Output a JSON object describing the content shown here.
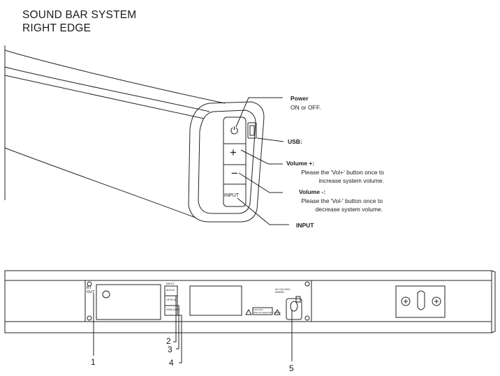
{
  "titles": [
    "SOUND BAR SYSTEM",
    "RIGHT EDGE"
  ],
  "buttons": {
    "power_symbol": "⏻",
    "plus": "+",
    "minus": "−",
    "input": "INPUT"
  },
  "callouts": {
    "power": {
      "name": "Power",
      "desc": "ON or OFF."
    },
    "usb": {
      "name": "USB:"
    },
    "vol_up": {
      "name": "Volume +:",
      "desc1": "Please the 'Vol+' button once to",
      "desc2": "increase system volume."
    },
    "vol_down": {
      "name": "Volume -:",
      "desc1": "Please the 'Vol-' button once to",
      "desc2": "decrease system volume."
    },
    "input": {
      "name": "INPUT"
    }
  },
  "rear_panel": {
    "bt_out": [
      "BT",
      "OUT"
    ],
    "input_header": "INPUT",
    "jacks": [
      "AUX IN",
      "OPTICAL",
      "HDMI (ARC)"
    ],
    "power_label": "AC 100-240V~ 50/60Hz",
    "warning_box": [
      "CAUTION",
      "RISK OF ELECTRIC SHOCK"
    ],
    "numbers": [
      "1",
      "2",
      "3",
      "4",
      "5"
    ]
  }
}
